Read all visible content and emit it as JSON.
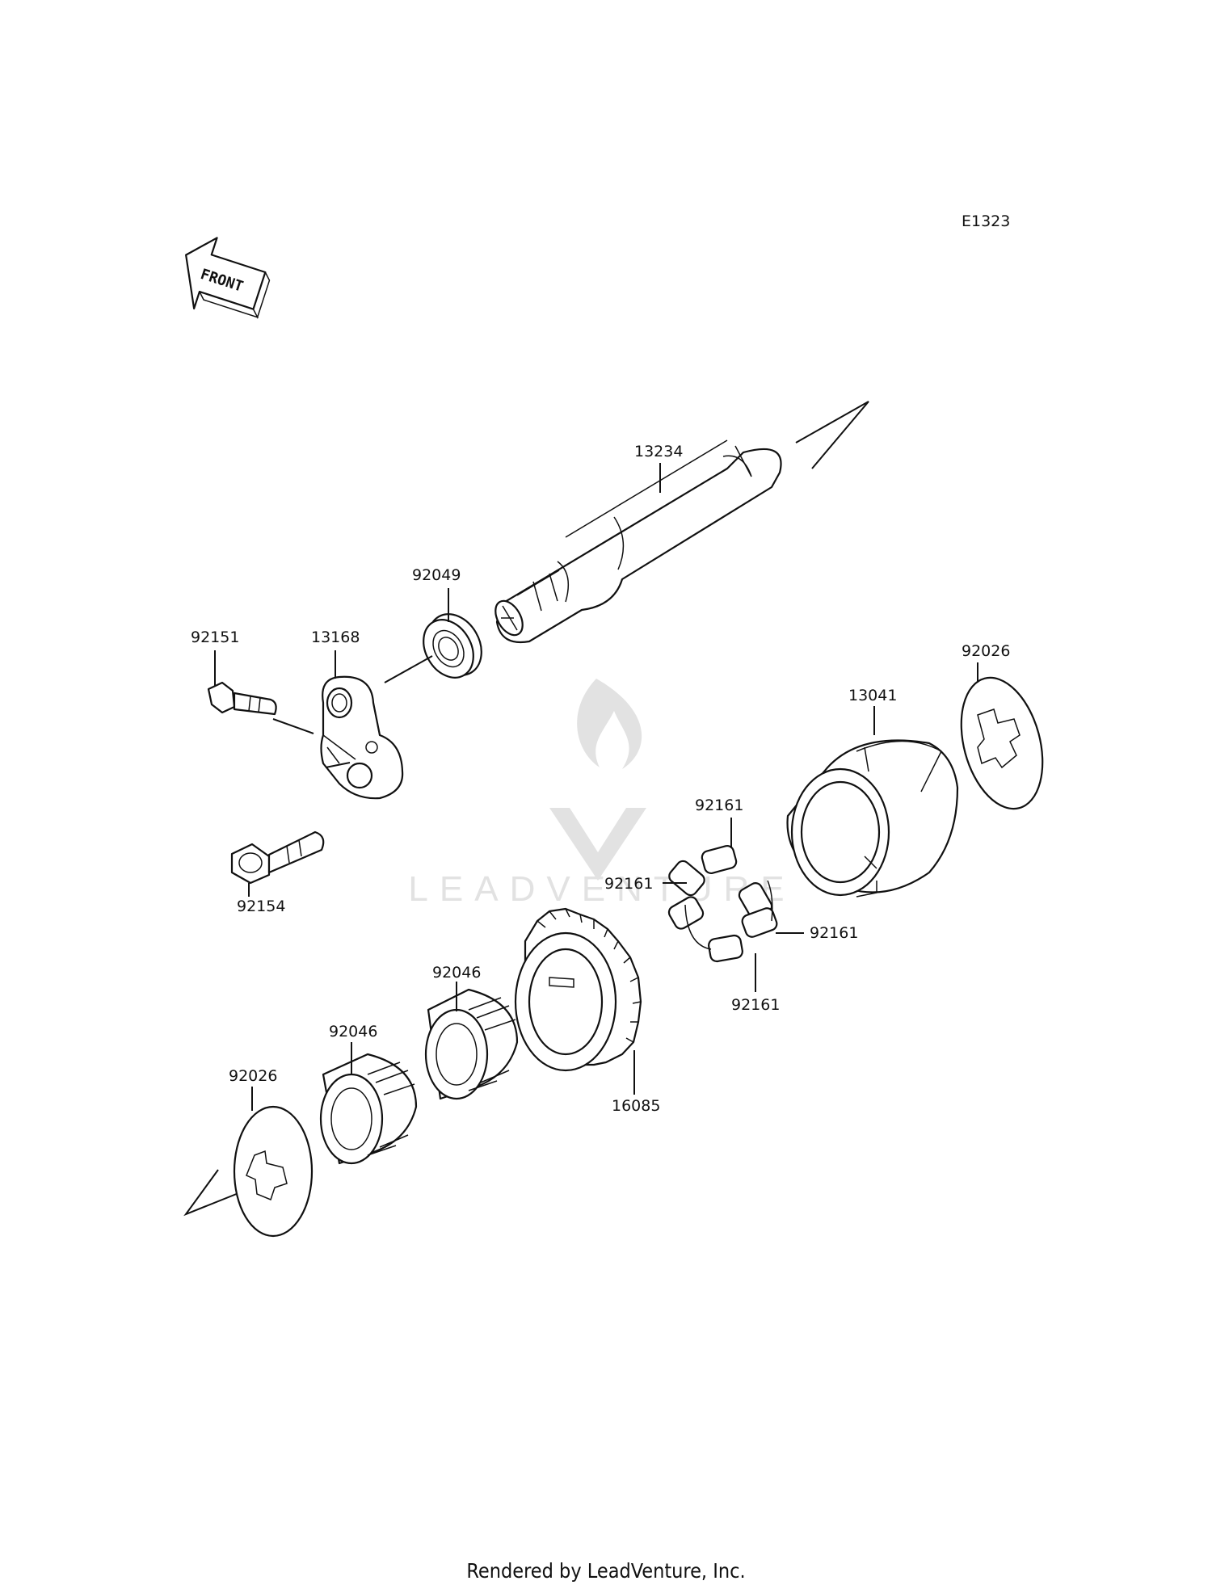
{
  "diagram": {
    "code": "E1323",
    "front_label": "FRONT",
    "watermark": "LEADVENTURE",
    "parts": [
      {
        "id": "p13234",
        "number": "13234"
      },
      {
        "id": "p92049",
        "number": "92049"
      },
      {
        "id": "p92151",
        "number": "92151"
      },
      {
        "id": "p13168",
        "number": "13168"
      },
      {
        "id": "p92154",
        "number": "92154"
      },
      {
        "id": "p92026a",
        "number": "92026"
      },
      {
        "id": "p13041",
        "number": "13041"
      },
      {
        "id": "p92161a",
        "number": "92161"
      },
      {
        "id": "p92161b",
        "number": "92161"
      },
      {
        "id": "p92161c",
        "number": "92161"
      },
      {
        "id": "p92161d",
        "number": "92161"
      },
      {
        "id": "p92046a",
        "number": "92046"
      },
      {
        "id": "p92046b",
        "number": "92046"
      },
      {
        "id": "p92026b",
        "number": "92026"
      },
      {
        "id": "p16085",
        "number": "16085"
      }
    ]
  },
  "footer": "Rendered by LeadVenture, Inc."
}
